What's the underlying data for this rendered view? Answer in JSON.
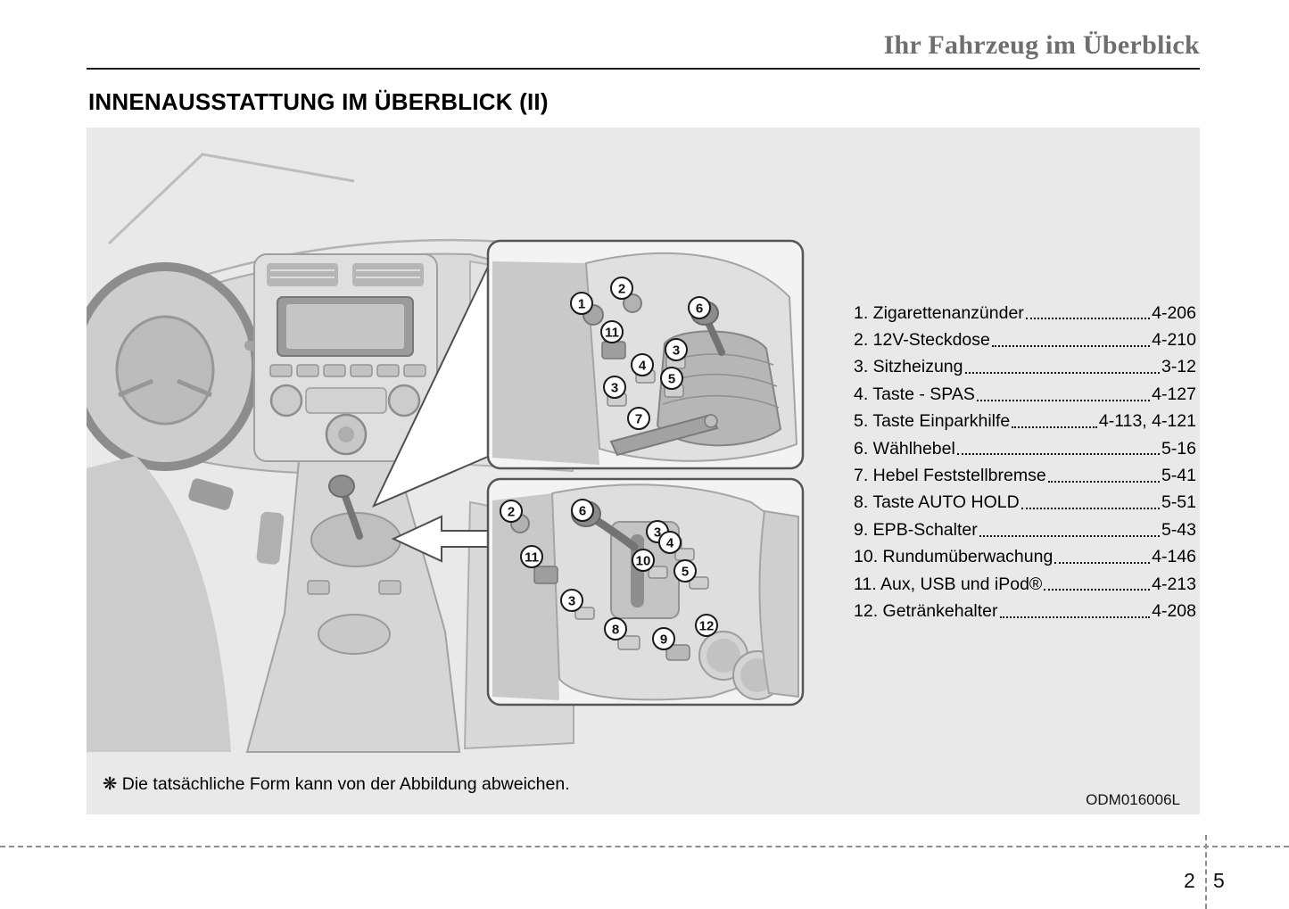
{
  "header": {
    "title": "Ihr Fahrzeug im Überblick"
  },
  "section": {
    "title": "INNENAUSSTATTUNG IM ÜBERBLICK (II)"
  },
  "figure": {
    "note": "❋ Die tatsächliche Form kann von der Abbildung abweichen.",
    "code": "ODM016006L"
  },
  "legend": {
    "items": [
      {
        "label": "1. Zigarettenanzünder",
        "page": "4-206"
      },
      {
        "label": "2. 12V-Steckdose",
        "page": "4-210"
      },
      {
        "label": "3. Sitzheizung",
        "page": "3-12"
      },
      {
        "label": "4. Taste - SPAS",
        "page": "4-127"
      },
      {
        "label": "5. Taste Einparkhilfe",
        "page": "4-113, 4-121"
      },
      {
        "label": "6. Wählhebel",
        "page": "5-16"
      },
      {
        "label": "7. Hebel Feststellbremse",
        "page": "5-41"
      },
      {
        "label": "8. Taste AUTO HOLD",
        "page": "5-51"
      },
      {
        "label": "9. EPB-Schalter",
        "page": "5-43"
      },
      {
        "label": "10. Rundumüberwachung",
        "page": "4-146"
      },
      {
        "label": "11. Aux, USB und iPod®",
        "page": "4-213"
      },
      {
        "label": "12. Getränkehalter",
        "page": "4-208"
      }
    ]
  },
  "illustration": {
    "callouts_top": [
      "1",
      "2",
      "6",
      "11",
      "3",
      "4",
      "5",
      "3",
      "7"
    ],
    "callouts_bottom": [
      "2",
      "6",
      "3",
      "4",
      "11",
      "10",
      "5",
      "3",
      "8",
      "9",
      "12"
    ]
  },
  "footer": {
    "page_left": "2",
    "page_right": "5"
  }
}
